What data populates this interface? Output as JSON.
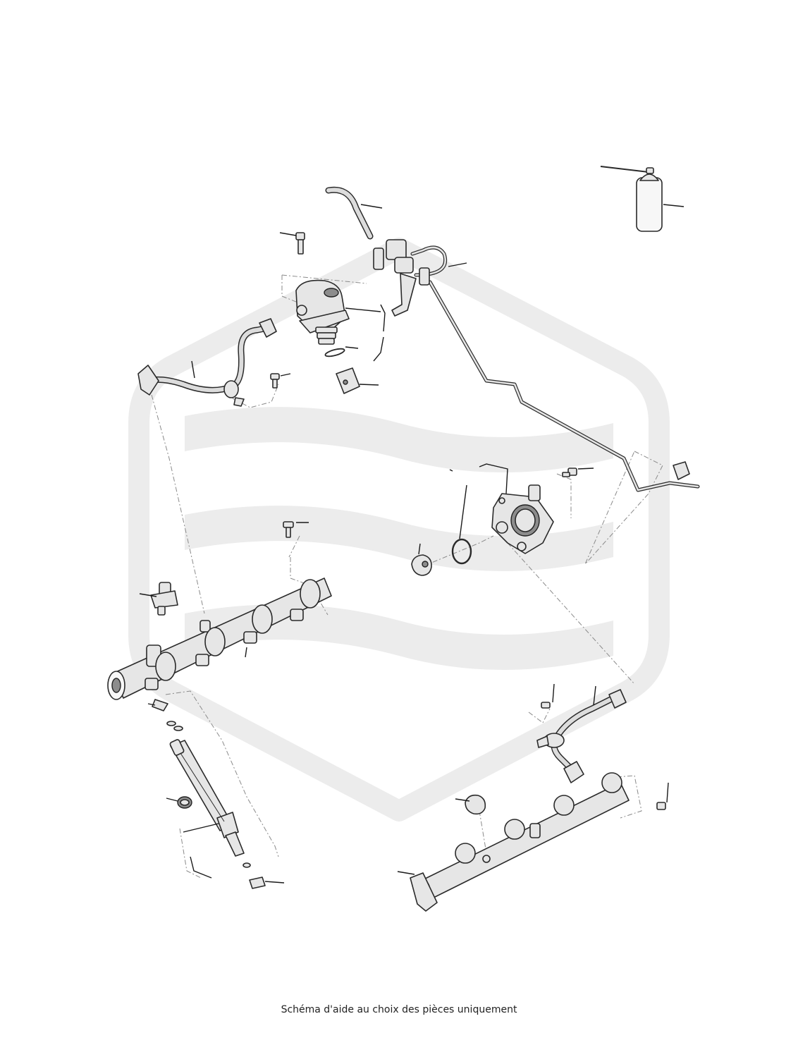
{
  "caption": "Schéma d'aide au choix des pièces uniquement",
  "colors": {
    "background": "#ffffff",
    "outline": "#2a2a2a",
    "part_fill": "#e6e6e6",
    "watermark": "#ececec"
  },
  "parts": [
    "fuel-tube",
    "high-pressure-fuel-pump",
    "pump-mounting-bolt",
    "pump-tappet",
    "pump-o-ring",
    "fuel-feed-line-assembly",
    "fuel-line-clip-bolt",
    "spray-can",
    "high-pressure-pipe-left",
    "bracket-bolt",
    "secondary-fuel-pump",
    "pump-seal-ring",
    "pump-cover-cap",
    "fuel-rail-left",
    "fuel-pressure-sensor",
    "rail-mounting-bolt",
    "fuel-injector",
    "injector-seal",
    "injector-retaining-clip",
    "injector-o-ring-kit",
    "high-pressure-pipe-right",
    "fuel-rail-right",
    "rail-cap",
    "small-bolt"
  ]
}
